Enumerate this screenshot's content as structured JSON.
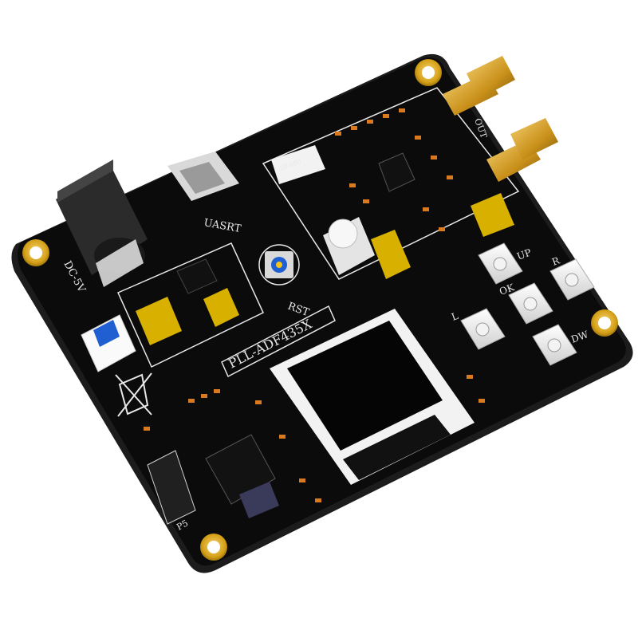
{
  "board": {
    "title": "PLL-ADF435X",
    "labels": {
      "power_jack": "DC-5V",
      "usb": "UASRT",
      "reset": "RST",
      "output": "OUT",
      "key_up": "UP",
      "key_ok": "OK",
      "key_down": "DW",
      "key_left": "L",
      "key_right": "R",
      "header": "P5",
      "crystal": "20.000"
    }
  },
  "colors": {
    "pcb": "#0b0b0b",
    "pcb_edge": "#1c1c1c",
    "silkscreen": "#e8e8e8",
    "gold": "#d4a017",
    "component_orange": "#d97a1f",
    "oled_frame": "#f2f2f2",
    "switch_blue": "#1f5fd1"
  }
}
